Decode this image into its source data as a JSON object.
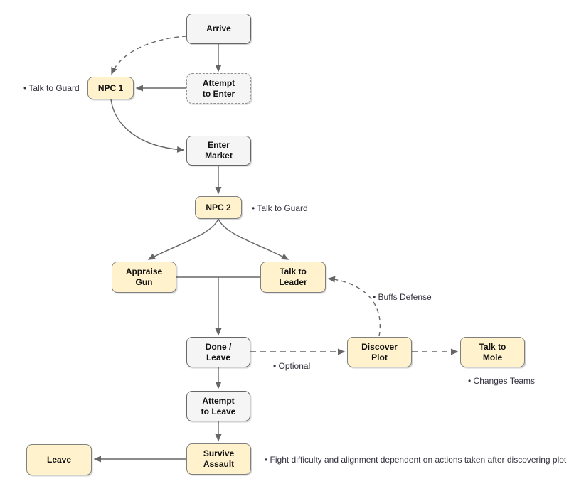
{
  "diagram": {
    "title": "market-quest-flowchart",
    "colors": {
      "background": "#ffffff",
      "state_fill": "#f5f5f5",
      "state_border": "#666666",
      "action_fill": "#fff2cc",
      "action_border": "#7f7f7f",
      "edge": "#666666",
      "note_text": "#32323e"
    },
    "nodes": {
      "arrive": "Arrive",
      "attempt_enter": "Attempt\nto Enter",
      "npc1": "NPC 1",
      "enter_market": "Enter\nMarket",
      "npc2": "NPC 2",
      "appraise_gun": "Appraise\nGun",
      "talk_leader": "Talk to\nLeader",
      "done_leave": "Done /\nLeave",
      "discover_plot": "Discover\nPlot",
      "talk_mole": "Talk to\nMole",
      "attempt_leave": "Attempt\nto Leave",
      "survive_assault": "Survive\nAssault",
      "leave": "Leave"
    },
    "notes": {
      "talk_guard_1": "• Talk to Guard",
      "talk_guard_2": "• Talk to Guard",
      "buffs_defense": "• Buffs Defense",
      "optional": "• Optional",
      "changes_teams": "• Changes Teams",
      "fight_note": "• Fight difficulty and alignment dependent on actions taken after discovering plot"
    }
  }
}
